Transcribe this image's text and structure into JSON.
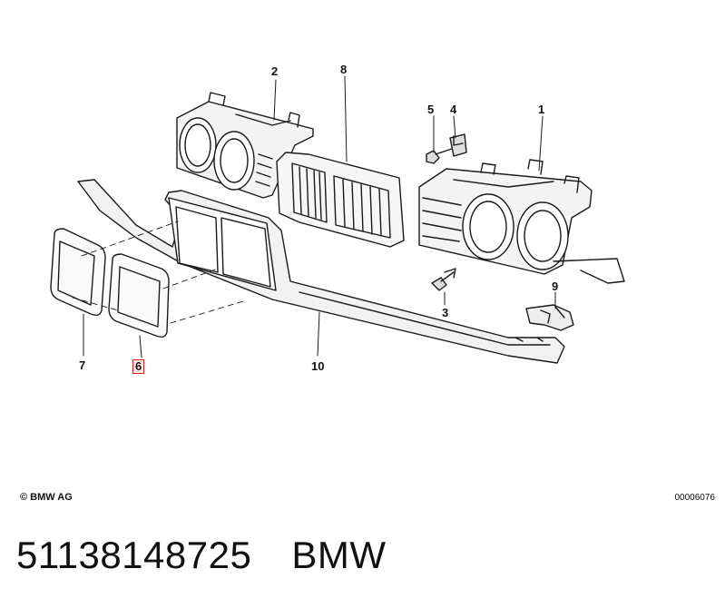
{
  "diagram": {
    "callouts": {
      "c1": "1",
      "c2": "2",
      "c3": "3",
      "c4": "4",
      "c5": "5",
      "c6": "6",
      "c7": "7",
      "c8": "8",
      "c9": "9",
      "c10": "10"
    },
    "highlighted_callout": "6",
    "highlight_color": "#e02020"
  },
  "footer": {
    "copyright": "© BMW AG",
    "reference": "00006076"
  },
  "part": {
    "number": "51138148725",
    "brand": "BMW"
  }
}
